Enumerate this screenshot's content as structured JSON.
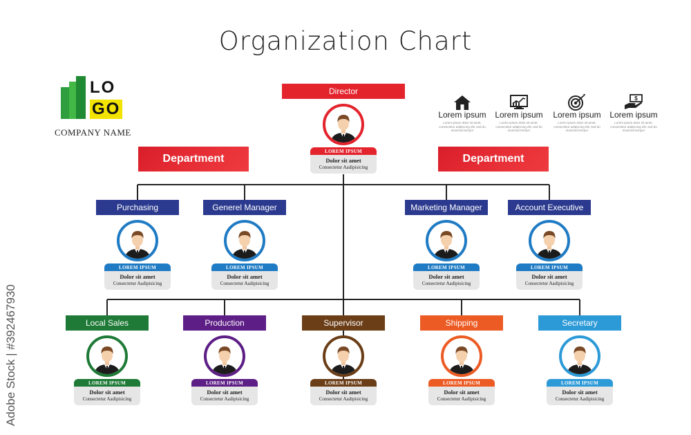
{
  "title": "Organization Chart",
  "logo": {
    "line1": "LO",
    "line2": "GO",
    "company": "COMPANY NAME"
  },
  "departments": [
    "Department",
    "Department"
  ],
  "director": {
    "label": "Director",
    "color": "#e4242d",
    "card_title": "LOREM IPSUM",
    "card_text": "Dolor sit amet",
    "card_sub": "Consectetur Aadipisicing"
  },
  "managers": [
    {
      "label": "Purchasing",
      "color": "#2b3a8f",
      "card_title": "LOREM IPSUM",
      "card_text": "Dolor sit amet",
      "card_sub": "Consectetur Aadipisicing"
    },
    {
      "label": "Generel Manager",
      "color": "#2b3a8f",
      "card_title": "LOREM IPSUM",
      "card_text": "Dolor sit amet",
      "card_sub": "Consectetur Aadipisicing"
    },
    {
      "label": "Marketing Manager",
      "color": "#2b3a8f",
      "card_title": "LOREM IPSUM",
      "card_text": "Dolor sit amet",
      "card_sub": "Consectetur Aadipisicing"
    },
    {
      "label": "Account Executive",
      "color": "#2b3a8f",
      "card_title": "LOREM IPSUM",
      "card_text": "Dolor sit amet",
      "card_sub": "Consectetur Aadipisicing"
    }
  ],
  "staff": [
    {
      "label": "Local Sales",
      "color": "#1e7a36",
      "card_title": "LOREM IPSUM",
      "card_text": "Dolor sit amet",
      "card_sub": "Consectetur Aadipisicing"
    },
    {
      "label": "Production",
      "color": "#5d1e86",
      "card_title": "LOREM IPSUM",
      "card_text": "Dolor sit amet",
      "card_sub": "Consectetur Aadipisicing"
    },
    {
      "label": "Supervisor",
      "color": "#6b3e17",
      "card_title": "LOREM IPSUM",
      "card_text": "Dolor sit amet",
      "card_sub": "Consectetur Aadipisicing"
    },
    {
      "label": "Shipping",
      "color": "#ec5b24",
      "card_title": "LOREM IPSUM",
      "card_text": "Dolor sit amet",
      "card_sub": "Consectetur Aadipisicing"
    },
    {
      "label": "Secretary",
      "color": "#2d9ad8",
      "card_title": "LOREM IPSUM",
      "card_text": "Dolor sit amet",
      "card_sub": "Consectetur Aadipisicing"
    }
  ],
  "manager_ring_color": "#1f7bc4",
  "manager_card_color": "#1f7bc4",
  "info_icons": [
    {
      "icon": "home-icon",
      "title": "Lorem ipsum",
      "text": "Lorem ipsum dolor sit amet, consectetur adipiscing elit, sed do eiusmod tempor"
    },
    {
      "icon": "chart-monitor-icon",
      "title": "Lorem ipsum",
      "text": "Lorem ipsum dolor sit amet, consectetur adipiscing elit, sed do eiusmod tempor"
    },
    {
      "icon": "target-icon",
      "title": "Lorem ipsum",
      "text": "Lorem ipsum dolor sit amet, consectetur adipiscing elit, sed do eiusmod tempor"
    },
    {
      "icon": "money-hand-icon",
      "title": "Lorem ipsum",
      "text": "Lorem ipsum dolor sit amet, consectetur adipiscing elit, sed do eiusmod tempor"
    }
  ],
  "watermark": "Adobe Stock | #392467930"
}
